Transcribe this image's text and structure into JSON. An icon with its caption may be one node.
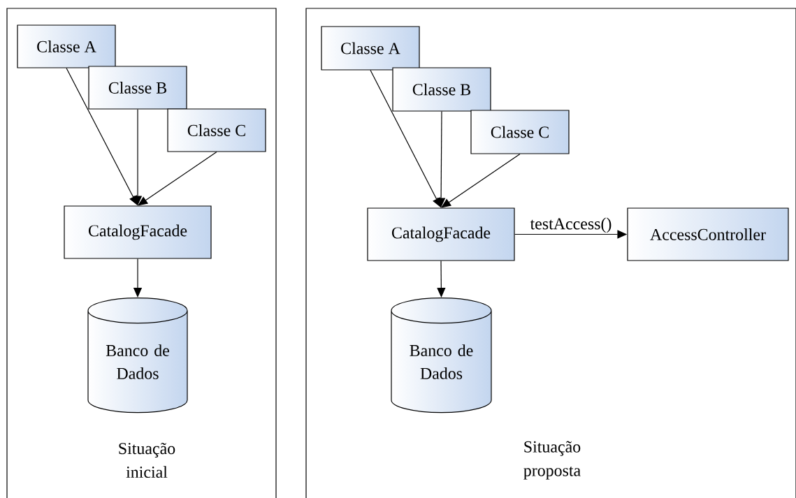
{
  "diagram": {
    "nodes": [
      {
        "text": [
          "Situação inicial"
        ]
      },
      {
        "text": [
          "Classe A"
        ],
        "in": 0
      },
      {
        "text": [
          "Classe B"
        ],
        "in": 0
      },
      {
        "text": [
          "Classe C"
        ],
        "in": 0
      },
      {
        "text": [
          "CatalogFacade"
        ],
        "in": 0
      },
      {
        "text": [
          "Banco de Dados"
        ],
        "in": 0
      },
      {
        "text": [
          "Situação proposta"
        ]
      },
      {
        "text": [
          "Classe A"
        ],
        "in": 6
      },
      {
        "text": [
          "Classe B"
        ],
        "in": 6
      },
      {
        "text": [
          "Classe C"
        ],
        "in": 6
      },
      {
        "text": [
          "CatalogFacade"
        ],
        "in": 6
      },
      {
        "text": [
          "AccessController"
        ],
        "in": 6
      },
      {
        "text": [
          "Banco de Dados"
        ],
        "in": 6
      }
    ],
    "edges": [
      {
        "from": 1,
        "to": 4,
        "arrow": "to"
      },
      {
        "from": 2,
        "to": 4,
        "arrow": "to"
      },
      {
        "from": 3,
        "to": 4,
        "arrow": "to"
      },
      {
        "from": 4,
        "to": 5,
        "arrow": "to"
      },
      {
        "from": 7,
        "to": 10,
        "arrow": "to"
      },
      {
        "from": 8,
        "to": 10,
        "arrow": "to"
      },
      {
        "from": 9,
        "to": 10,
        "arrow": "to"
      },
      {
        "from": 10,
        "to": 11,
        "arrow": "to",
        "label": "testAccess()"
      },
      {
        "from": 10,
        "to": 12,
        "arrow": "to"
      }
    ]
  }
}
